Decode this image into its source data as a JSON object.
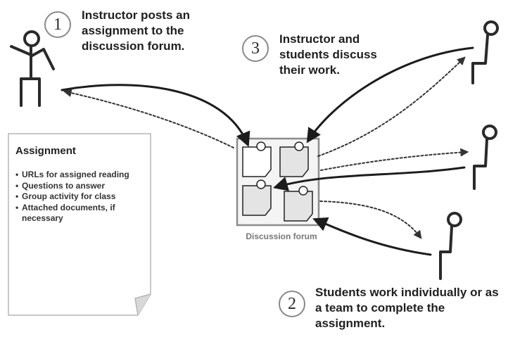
{
  "steps": [
    {
      "number": "1",
      "text": "Instructor posts an assignment to the discussion forum."
    },
    {
      "number": "2",
      "text": "Students work individually or as a team to complete the assignment."
    },
    {
      "number": "3",
      "text": "Instructor and students discuss their work."
    }
  ],
  "assignment": {
    "title": "Assignment",
    "items": [
      "URLs for assigned reading",
      "Questions to answer",
      "Group activity for class",
      "Attached documents, if necessary"
    ]
  },
  "forum": {
    "label": "Discussion forum"
  },
  "icons": {
    "instructor": "instructor-figure-icon",
    "student": "seated-student-figure-icon",
    "post": "post-note-icon"
  },
  "colors": {
    "line": "#1c1c1c",
    "box_border": "#8c8c8c",
    "note_fill": "#e4e4e4"
  }
}
